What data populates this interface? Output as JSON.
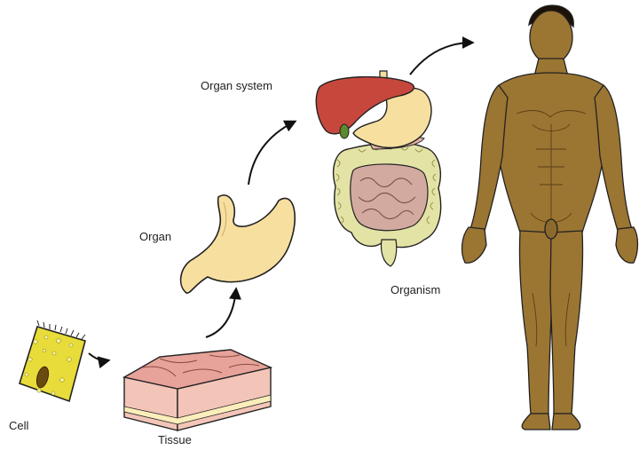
{
  "labels": {
    "cell": "Cell",
    "tissue": "Tissue",
    "organ": "Organ",
    "organ_system": "Organ system",
    "organism": "Organism"
  },
  "colors": {
    "cell_fill": "#e8dc3a",
    "nucleus": "#6b4a12",
    "tissue_top": "#e7a29a",
    "tissue_side": "#f3c5b8",
    "tissue_layer": "#fbeebb",
    "stomach": "#f7dfa0",
    "liver": "#c8473d",
    "intestine_large": "#e3e3a6",
    "intestine_small": "#d3aaa0",
    "skin": "#9b7532",
    "hair": "#1c1208",
    "arrow": "#111111"
  }
}
